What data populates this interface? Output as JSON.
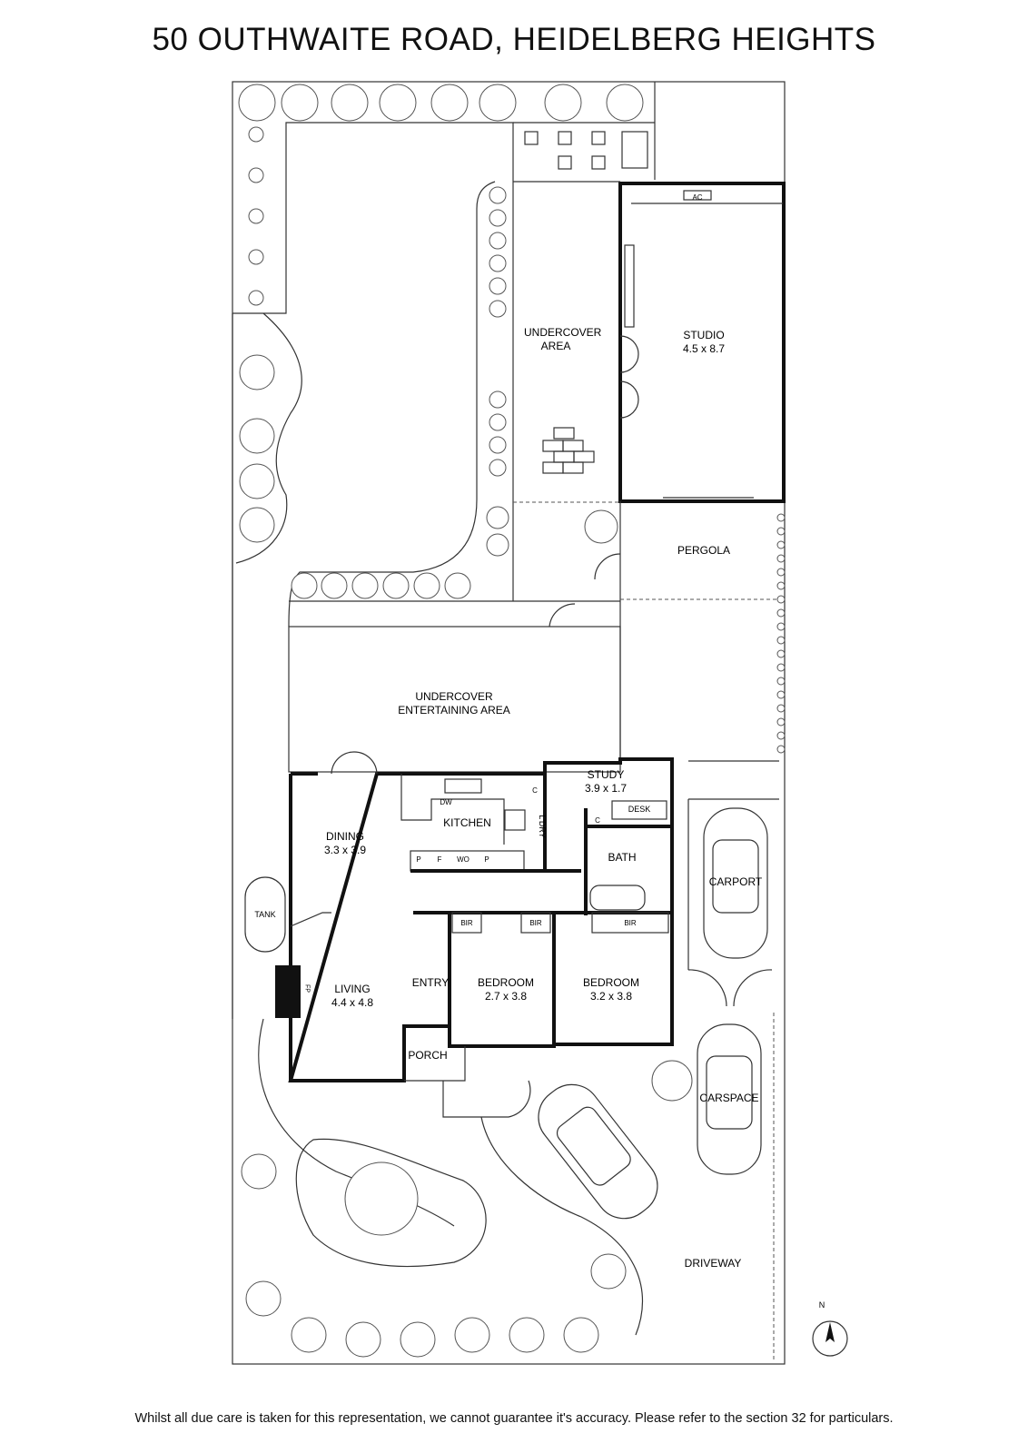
{
  "title": "50 OUTHWAITE ROAD, HEIDELBERG HEIGHTS",
  "footer": "Whilst all due care is taken for this representation, we cannot guarantee it's accuracy. Please refer to the section 32 for particulars.",
  "labels": {
    "undercover_area": [
      "UNDERCOVER",
      "AREA"
    ],
    "studio": [
      "STUDIO",
      "4.5 x 8.7"
    ],
    "ac": "AC",
    "pergola": "PERGOLA",
    "undercover_entertaining": [
      "UNDERCOVER",
      "ENTERTAINING AREA"
    ],
    "study": [
      "STUDY",
      "3.9 x 1.7"
    ],
    "desk": "DESK",
    "dining": [
      "DINING",
      "3.3 x 3.9"
    ],
    "kitchen": "KITCHEN",
    "dw": "DW",
    "pantry_p": "P",
    "fridge_f": "F",
    "wo": "WO",
    "cupboard_c": "C",
    "ldry": "L'DRY",
    "bath": "BATH",
    "tank": "TANK",
    "bir": "BIR",
    "fp": "FP",
    "living": [
      "LIVING",
      "4.4 x 4.8"
    ],
    "entry": "ENTRY",
    "bedroom1": [
      "BEDROOM",
      "2.7 x 3.8"
    ],
    "bedroom2": [
      "BEDROOM",
      "3.2 x 3.8"
    ],
    "porch": "PORCH",
    "carport": "CARPORT",
    "carspace": "CARSPACE",
    "driveway": "DRIVEWAY",
    "north": "N"
  }
}
